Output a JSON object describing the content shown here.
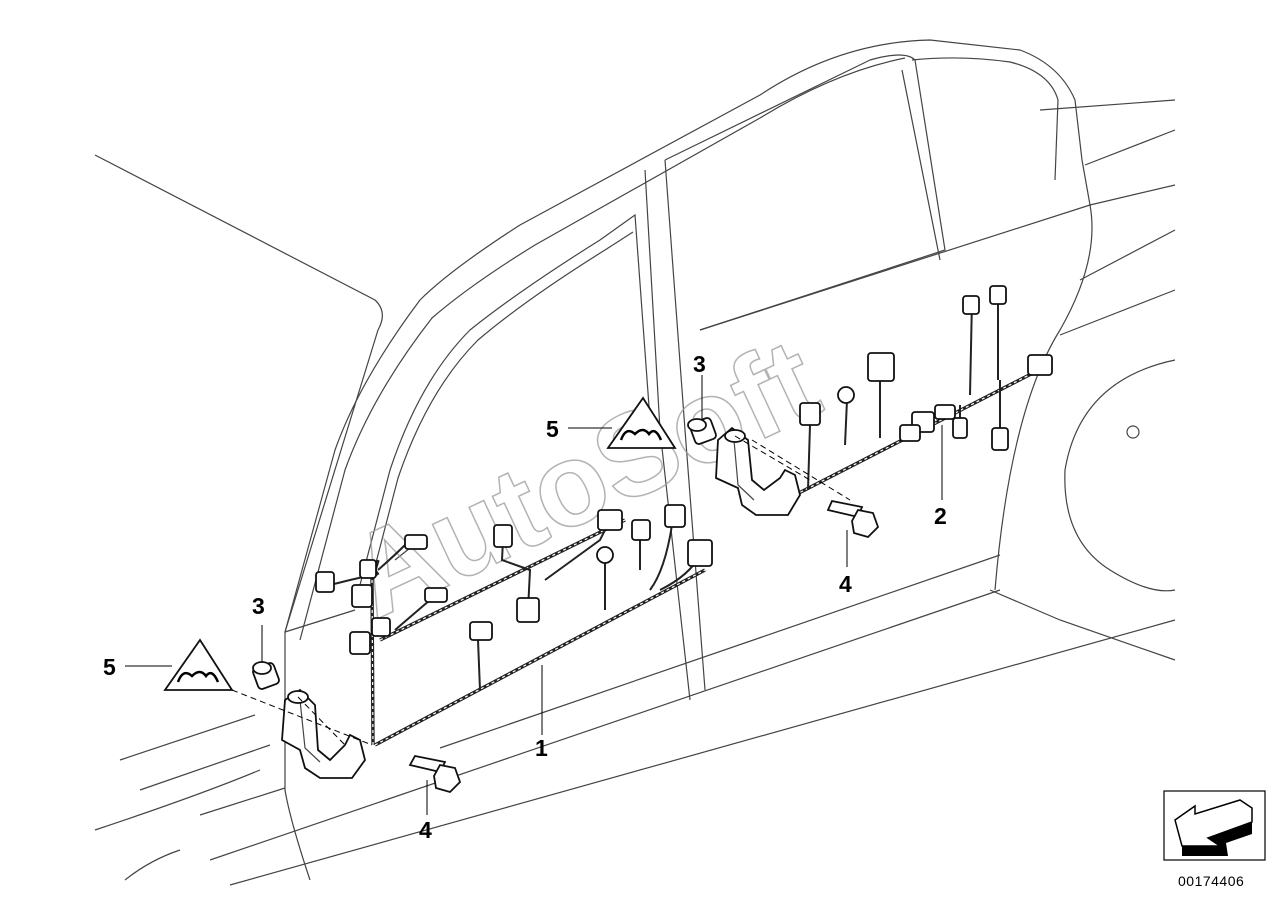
{
  "diagram": {
    "callouts": {
      "c1": "1",
      "c2": "2",
      "c3_left": "3",
      "c3_right": "3",
      "c4_left": "4",
      "c4_right": "4",
      "c5_left": "5",
      "c5_right": "5"
    },
    "watermark": "AutoSoft",
    "document_number": "00174406",
    "icons": {
      "warning": "warning-triangle-icon",
      "navigation": "navigation-arrow-icon"
    },
    "colors": {
      "line": "#222222",
      "watermark": "#9a9a9a",
      "background": "#ffffff"
    }
  }
}
